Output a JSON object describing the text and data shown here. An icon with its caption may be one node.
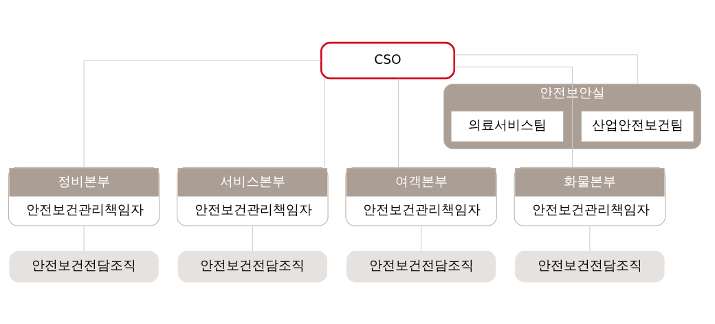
{
  "diagram": {
    "nodes": [
      {
        "text": [
          "CSO"
        ]
      },
      {
        "text": [
          "안전보안실"
        ]
      },
      {
        "text": [
          "산업안전보건팀"
        ],
        "in": 1
      },
      {
        "text": [
          "의료서비스팀"
        ],
        "in": 1
      },
      {
        "text": [
          "정비본부",
          "안전보건관리책임자"
        ]
      },
      {
        "text": [
          "안전보건전담조직"
        ]
      },
      {
        "text": [
          "서비스본부",
          "안전보건관리책임자"
        ]
      },
      {
        "text": [
          "안전보건전담조직"
        ]
      },
      {
        "text": [
          "여객본부",
          "안전보건관리책임자"
        ]
      },
      {
        "text": [
          "안전보건전담조직"
        ]
      },
      {
        "text": [
          "화물본부",
          "안전보건관리책임자"
        ]
      },
      {
        "text": [
          "안전보건전담조직"
        ]
      }
    ],
    "edges": [
      {
        "from": 0,
        "to": 1,
        "arrow": "none"
      },
      {
        "from": 0,
        "to": 4,
        "arrow": "none"
      },
      {
        "from": 0,
        "to": 6,
        "arrow": "none"
      },
      {
        "from": 0,
        "to": 8,
        "arrow": "none"
      },
      {
        "from": 0,
        "to": 10,
        "arrow": "none"
      },
      {
        "from": 4,
        "to": 5,
        "arrow": "none"
      },
      {
        "from": 6,
        "to": 7,
        "arrow": "none"
      },
      {
        "from": 8,
        "to": 9,
        "arrow": "none"
      },
      {
        "from": 10,
        "to": 11,
        "arrow": "none"
      }
    ]
  }
}
